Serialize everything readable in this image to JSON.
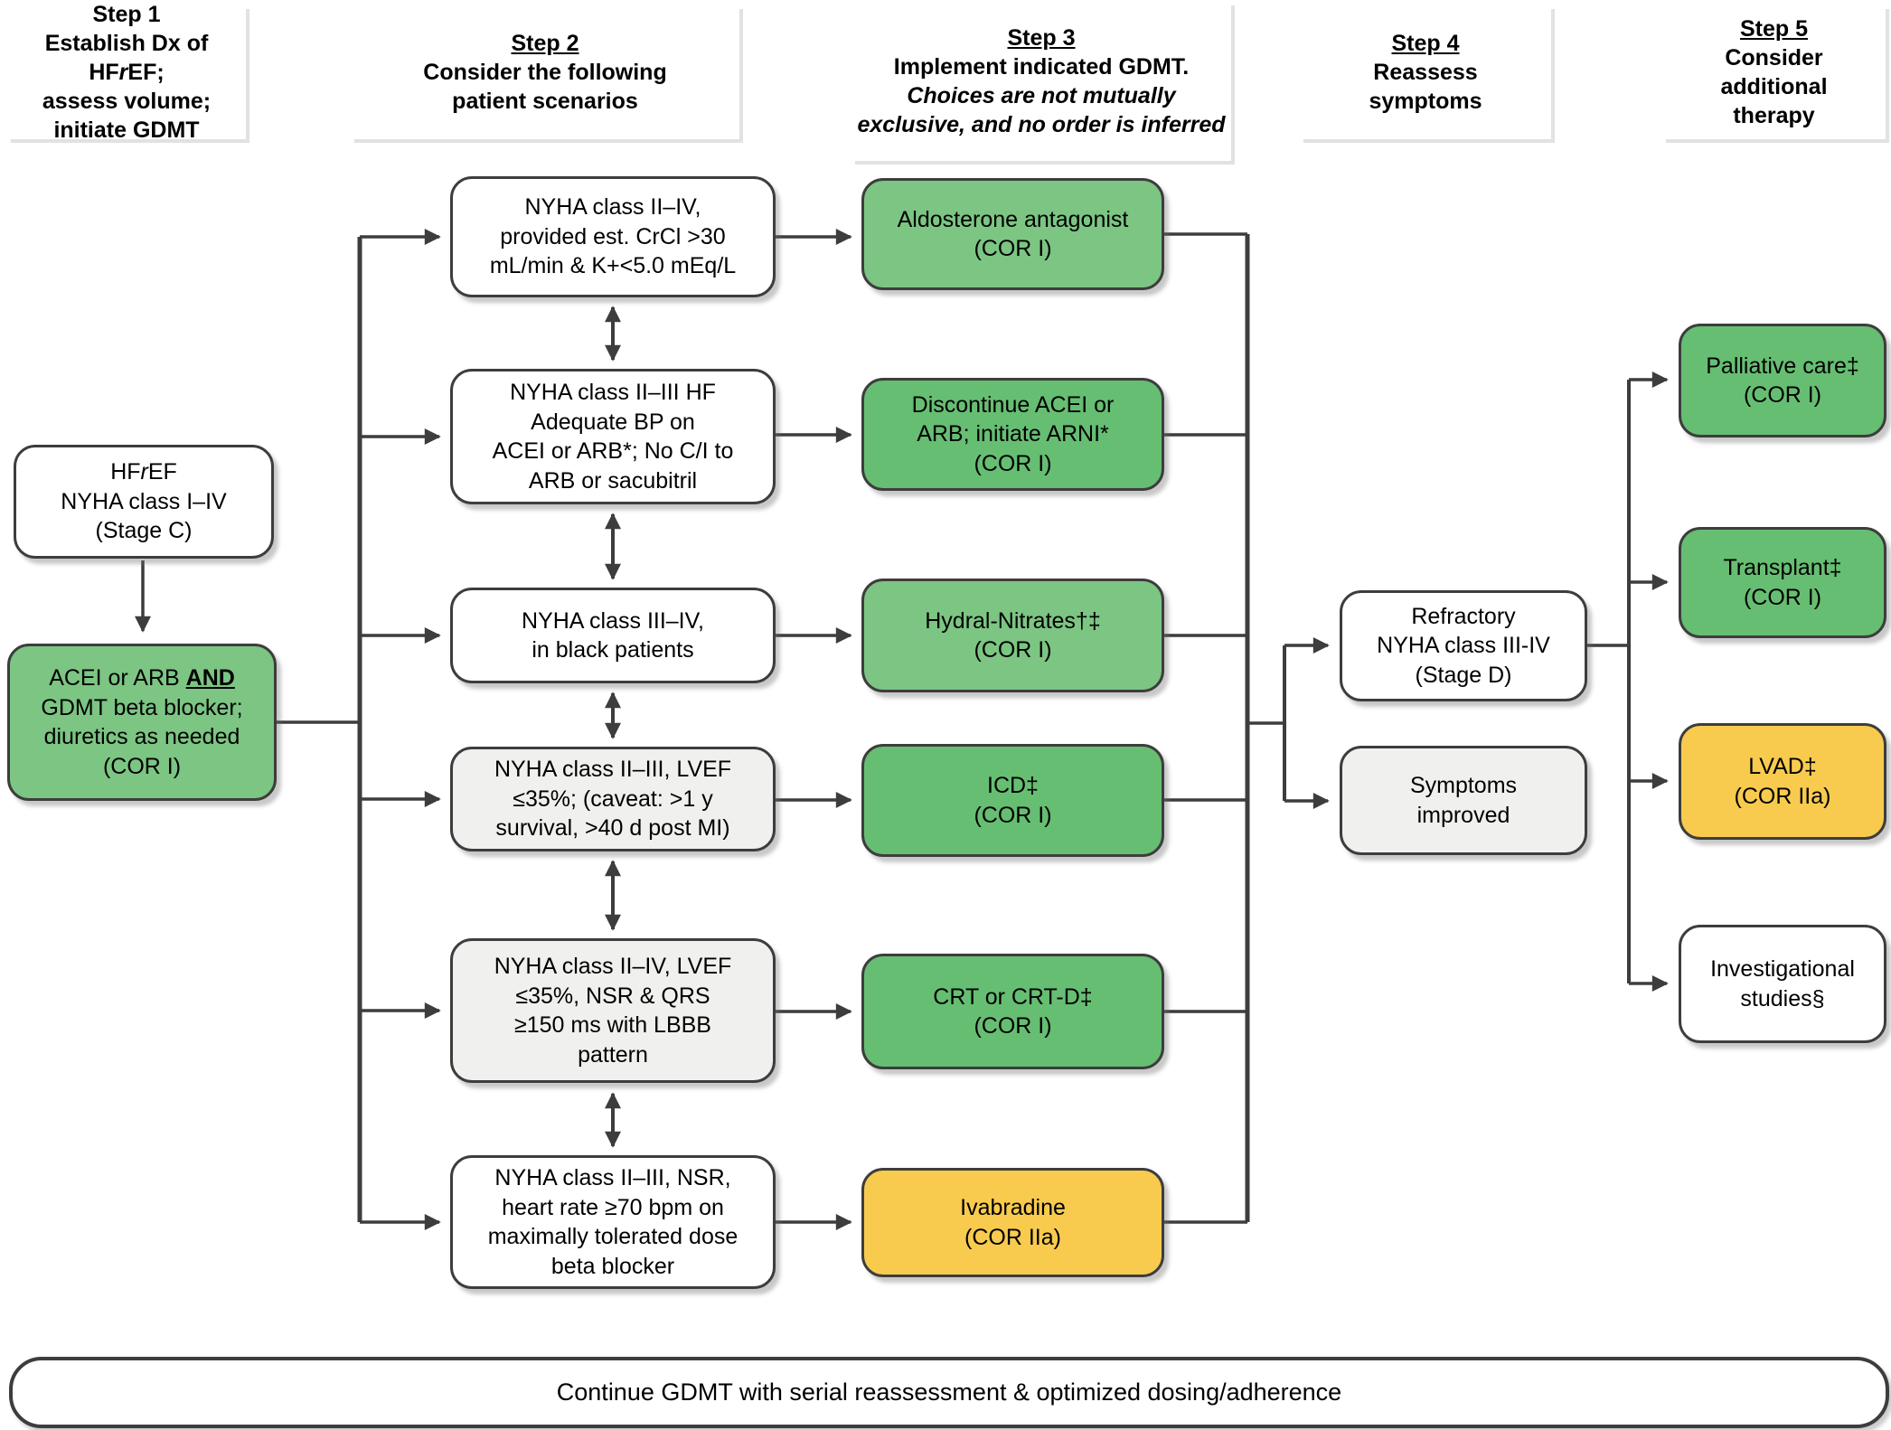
{
  "colors": {
    "green_light": "#7CC583",
    "green": "#66BE72",
    "yellow": "#F8CB4F",
    "gray": "#F0F0EE",
    "line": "#3d3d3d"
  },
  "headers": {
    "step1": {
      "title": "Step 1",
      "line2_pre": "Establish Dx of HF",
      "line2_italic": "r",
      "line2_post": "EF;",
      "rest": "assess volume;\ninitiate GDMT"
    },
    "step2": {
      "title": "Step 2",
      "rest": "Consider the following\npatient scenarios"
    },
    "step3": {
      "title": "Step 3",
      "line2": "Implement indicated GDMT.",
      "italic": "Choices are not mutually exclusive, and no order is inferred"
    },
    "step4": {
      "title": "Step 4",
      "rest": "Reassess\nsymptoms"
    },
    "step5": {
      "title": "Step 5",
      "rest": "Consider\nadditional\ntherapy"
    }
  },
  "column1": {
    "hfref": {
      "pre": "HF",
      "italic": "r",
      "post": "EF",
      "rest": "NYHA class I–IV\n(Stage C)"
    },
    "gdmt": {
      "pre": "ACEI or ARB ",
      "and": "AND",
      "rest": "GDMT beta blocker;\ndiuretics as needed\n(COR I)"
    }
  },
  "scenarios": [
    {
      "text": "NYHA class II–IV,\nprovided est. CrCl >30\nmL/min & K+<5.0 mEq/L"
    },
    {
      "text": "NYHA class II–III HF\nAdequate BP on\nACEI or ARB*; No C/I to\nARB or sacubitril"
    },
    {
      "text": "NYHA class III–IV,\nin black patients"
    },
    {
      "text": "NYHA class II–III, LVEF\n≤35%; (caveat: >1 y\nsurvival, >40 d post MI)"
    },
    {
      "text": "NYHA class II–IV, LVEF\n≤35%, NSR & QRS\n≥150 ms with LBBB\npattern"
    },
    {
      "text": "NYHA class II–III, NSR,\nheart rate ≥70 bpm on\nmaximally tolerated dose\nbeta blocker"
    }
  ],
  "therapies": [
    {
      "text": "Aldosterone antagonist\n(COR I)"
    },
    {
      "text": "Discontinue ACEI or\nARB; initiate ARNI*\n(COR I)"
    },
    {
      "text": "Hydral-Nitrates†‡\n(COR I)"
    },
    {
      "text": "ICD‡\n(COR I)"
    },
    {
      "text": "CRT or CRT-D‡\n(COR I)"
    },
    {
      "text": "Ivabradine\n(COR IIa)"
    }
  ],
  "reassess": {
    "refractory": "Refractory\nNYHA class III-IV\n(Stage D)",
    "improved": "Symptoms\nimproved"
  },
  "additional": [
    {
      "text": "Palliative care‡\n(COR I)"
    },
    {
      "text": "Transplant‡\n(COR I)"
    },
    {
      "text": "LVAD‡\n(COR IIa)"
    },
    {
      "text": "Investigational\nstudies§"
    }
  ],
  "footer": {
    "text": "Continue GDMT with serial reassessment & optimized dosing/adherence"
  }
}
